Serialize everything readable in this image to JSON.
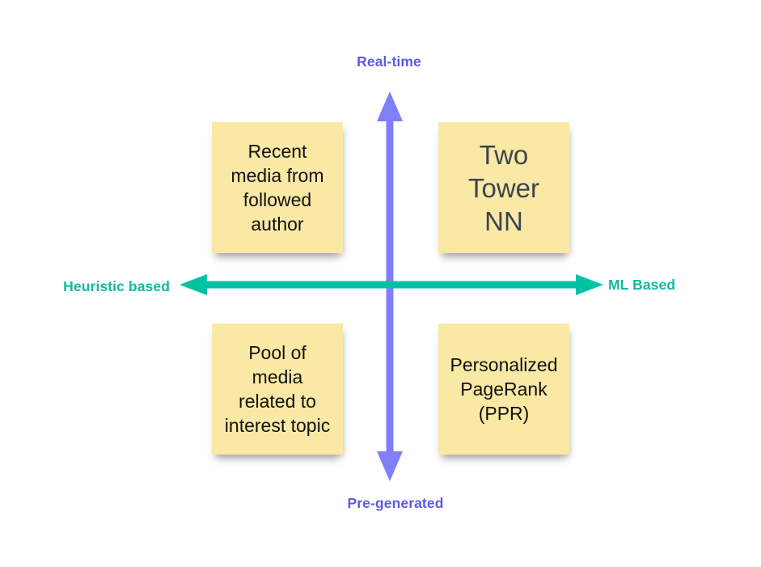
{
  "background_color": "#ffffff",
  "axes": {
    "vertical": {
      "top_label": "Real-time",
      "bottom_label": "Pre-generated",
      "arrow_color": "#817ff7",
      "label_color": "#5c5ae4"
    },
    "horizontal": {
      "left_label": "Heuristic based",
      "right_label": "ML Based",
      "arrow_color": "#04c1a4",
      "label_color": "#0cbca0"
    }
  },
  "notes": [
    {
      "position": "top-left",
      "text": "Recent\nmedia from\nfollowed\nauthor",
      "bg_color": "#fae8a5",
      "text_color": "#111111"
    },
    {
      "position": "top-right",
      "text": "Two\nTower\nNN",
      "bg_color": "#fae8a5",
      "text_color": "#3a4551"
    },
    {
      "position": "bottom-left",
      "text": "Pool of\nmedia\nrelated to\ninterest topic",
      "bg_color": "#fae8a5",
      "text_color": "#111111"
    },
    {
      "position": "bottom-right",
      "text": "Personalized\nPageRank\n(PPR)",
      "bg_color": "#fae8a5",
      "text_color": "#111111"
    }
  ]
}
